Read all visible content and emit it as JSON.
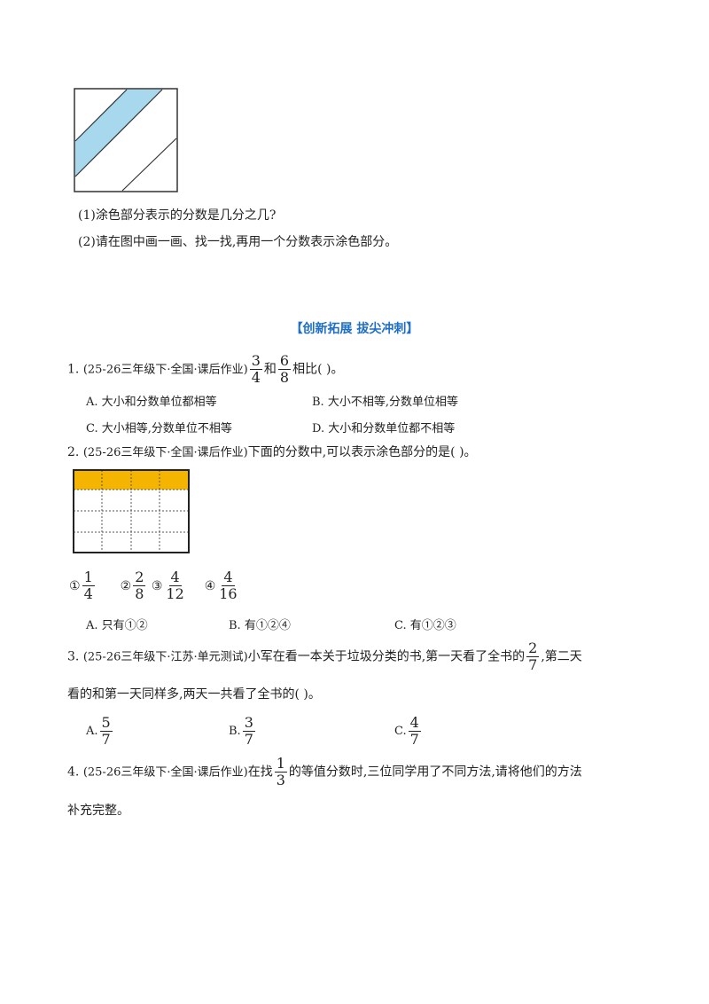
{
  "part1": {
    "q1": "(1)涂色部分表示的分数是几分之几?",
    "q2": "(2)请在图中画一画、找一找,再用一个分数表示涂色部分。"
  },
  "section": {
    "title": "【创新拓展 拔尖冲刺】"
  },
  "questions": {
    "q1": {
      "number": "1.",
      "source": "(25-26三年级下·全国·课后作业)",
      "frac_a": {
        "num": "3",
        "den": "4"
      },
      "mid": "和",
      "frac_b": {
        "num": "6",
        "den": "8"
      },
      "tail": "相比(  )。",
      "options": {
        "A": "A. 大小和分数单位都相等",
        "B": "B. 大小不相等,分数单位相等",
        "C": "C. 大小相等,分数单位不相等",
        "D": "D. 大小和分数单位都不相等"
      }
    },
    "q2": {
      "number": "2.",
      "source": "(25-26三年级下·全国·课后作业)",
      "text": "下面的分数中,可以表示涂色部分的是(  )。",
      "choices": [
        {
          "mark": "①",
          "num": "1",
          "den": "4"
        },
        {
          "mark": "②",
          "num": "2",
          "den": "8"
        },
        {
          "mark": "③",
          "num": "4",
          "den": "12"
        },
        {
          "mark": "④",
          "num": "4",
          "den": "16"
        }
      ],
      "options": {
        "A": "A. 只有①②",
        "B": "B. 有①②④",
        "C": "C. 有①②③"
      }
    },
    "q3": {
      "number": "3.",
      "source": "(25-26三年级下·江苏·单元测试)",
      "text_a": "小军在看一本关于垃圾分类的书,第一天看了全书的",
      "frac": {
        "num": "2",
        "den": "7"
      },
      "text_b": ",第二天",
      "text_c": "看的和第一天同样多,两天一共看了全书的(  )。",
      "options": [
        {
          "label": "A.",
          "num": "5",
          "den": "7"
        },
        {
          "label": "B.",
          "num": "3",
          "den": "7"
        },
        {
          "label": "C.",
          "num": "4",
          "den": "7"
        }
      ]
    },
    "q4": {
      "number": "4.",
      "source": "(25-26三年级下·全国·课后作业)",
      "text_a": "在找",
      "frac": {
        "num": "1",
        "den": "3"
      },
      "text_b": "的等值分数时,三位同学用了不同方法,请将他们的方法",
      "text_c": "补充完整。"
    }
  },
  "colors": {
    "stripe": "#a8d8ee",
    "highlight": "#f5b400",
    "accent": "#1f6fc5"
  }
}
